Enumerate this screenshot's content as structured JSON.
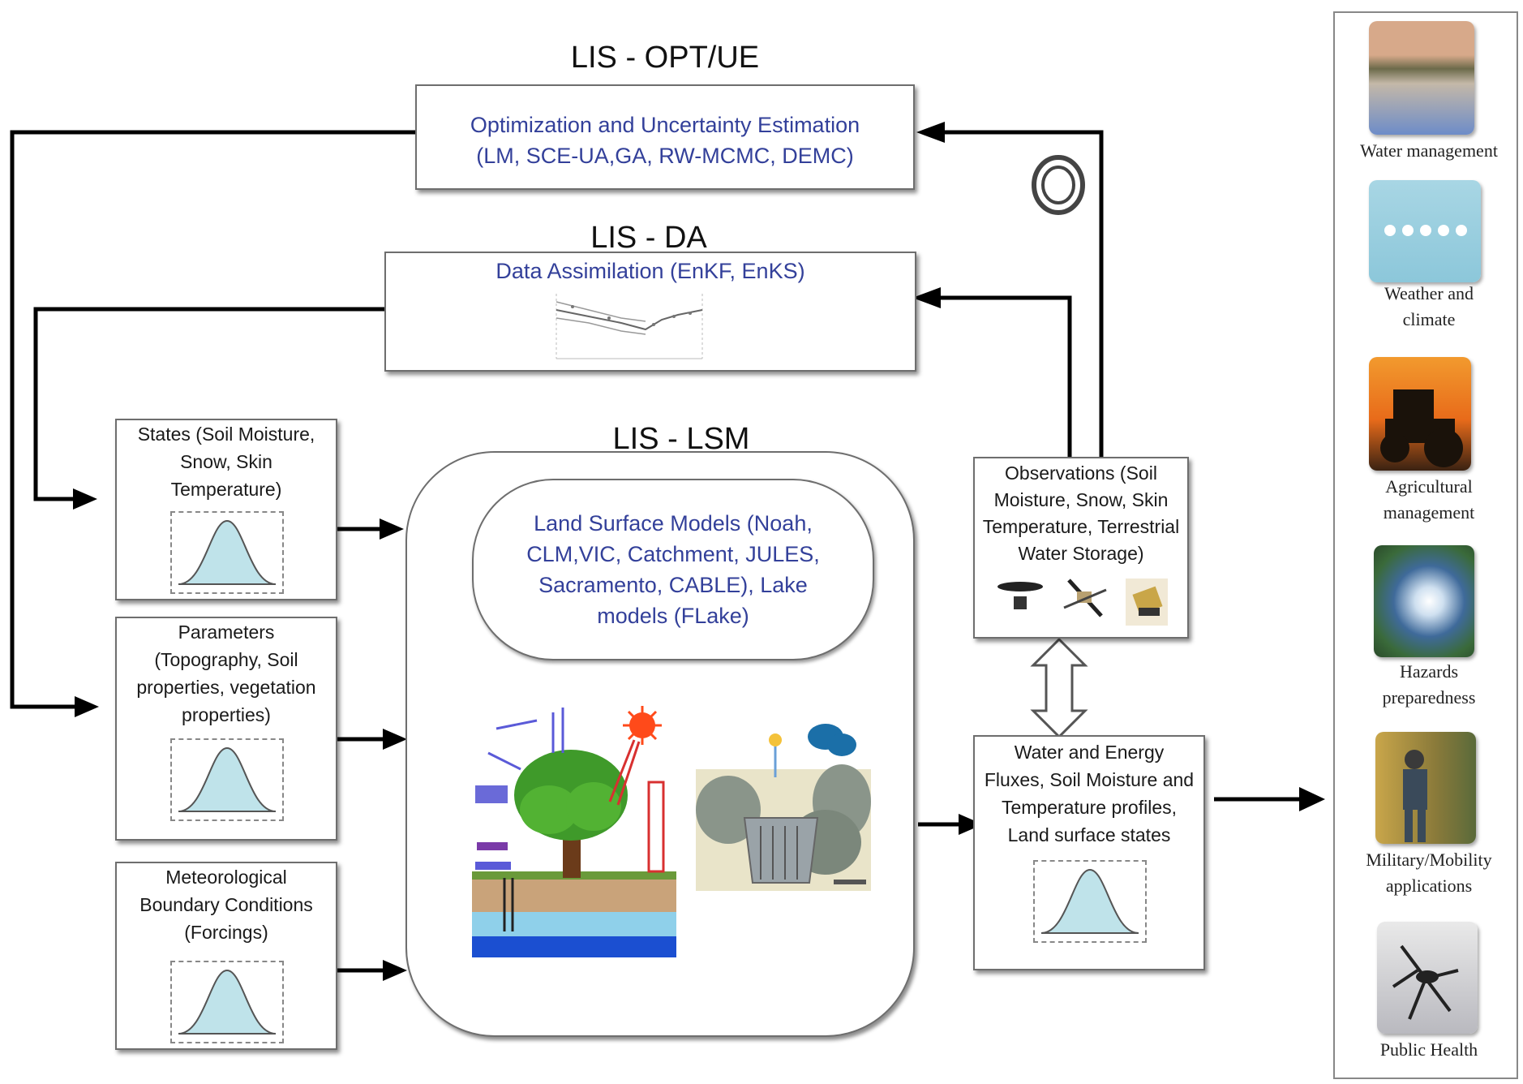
{
  "titles": {
    "opt": "LIS - OPT/UE",
    "da": "LIS - DA",
    "lsm": "LIS - LSM"
  },
  "opt_box": {
    "line1": "Optimization and Uncertainty Estimation",
    "line2": "(LM, SCE-UA,GA, RW-MCMC, DEMC)"
  },
  "da_box": {
    "text": "Data Assimilation  (EnKF, EnKS)"
  },
  "inputs": {
    "states": {
      "lines": [
        "States (Soil Moisture,",
        "Snow, Skin",
        "Temperature)"
      ]
    },
    "parameters": {
      "lines": [
        "Parameters",
        "(Topography, Soil",
        "properties, vegetation",
        "properties)"
      ]
    },
    "forcings": {
      "lines": [
        "Meteorological",
        "Boundary Conditions",
        "(Forcings)"
      ]
    }
  },
  "lsm": {
    "lines": [
      "Land Surface Models (Noah,",
      "CLM,VIC, Catchment, JULES,",
      "Sacramento, CABLE), Lake",
      "models (FLake)"
    ]
  },
  "observations": {
    "lines": [
      "Observations (Soil",
      "Moisture, Snow, Skin",
      "Temperature, Terrestrial",
      "Water Storage)"
    ]
  },
  "outputs": {
    "lines": [
      "Water and Energy",
      "Fluxes, Soil Moisture and",
      "Temperature profiles,",
      "Land surface states"
    ]
  },
  "applications": [
    {
      "lines": [
        "Water management"
      ],
      "icon": "lake-reflection-icon"
    },
    {
      "lines": [
        "Weather and",
        "climate"
      ],
      "icon": "weather-forecast-icon"
    },
    {
      "lines": [
        "Agricultural",
        "management"
      ],
      "icon": "tractor-icon"
    },
    {
      "lines": [
        "Hazards",
        "preparedness"
      ],
      "icon": "hurricane-icon"
    },
    {
      "lines": [
        "Military/Mobility",
        "applications"
      ],
      "icon": "soldier-icon"
    },
    {
      "lines": [
        "Public Health"
      ],
      "icon": "mosquito-icon"
    }
  ],
  "colors": {
    "text_blue": "#33409a",
    "arrow": "#000000",
    "distribution_fill": "#bfe3ea",
    "border": "#6e6e6e"
  }
}
